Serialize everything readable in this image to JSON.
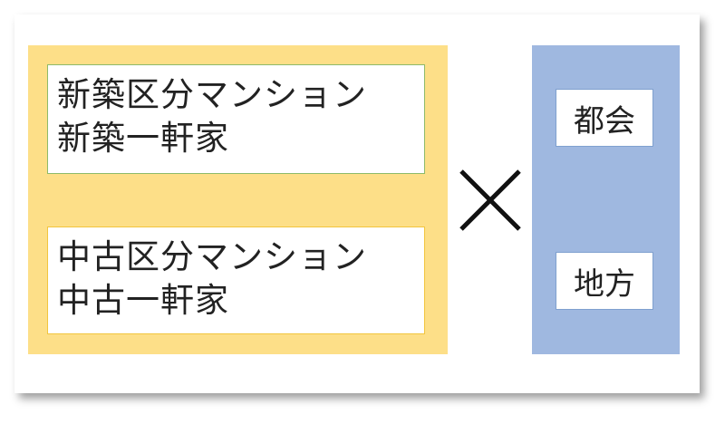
{
  "property_types": {
    "new": [
      "新築区分マンション",
      "新築一軒家"
    ],
    "used": [
      "中古区分マンション",
      "中古一軒家"
    ]
  },
  "operator": "×",
  "regions": [
    "都会",
    "地方"
  ],
  "colors": {
    "yellow_panel": "#fddf88",
    "blue_panel": "#9fb8e0",
    "new_box_border": "#8dba6a",
    "used_box_border": "#f2c53e",
    "region_box_border": "#7fa0cf",
    "text": "#222222"
  }
}
